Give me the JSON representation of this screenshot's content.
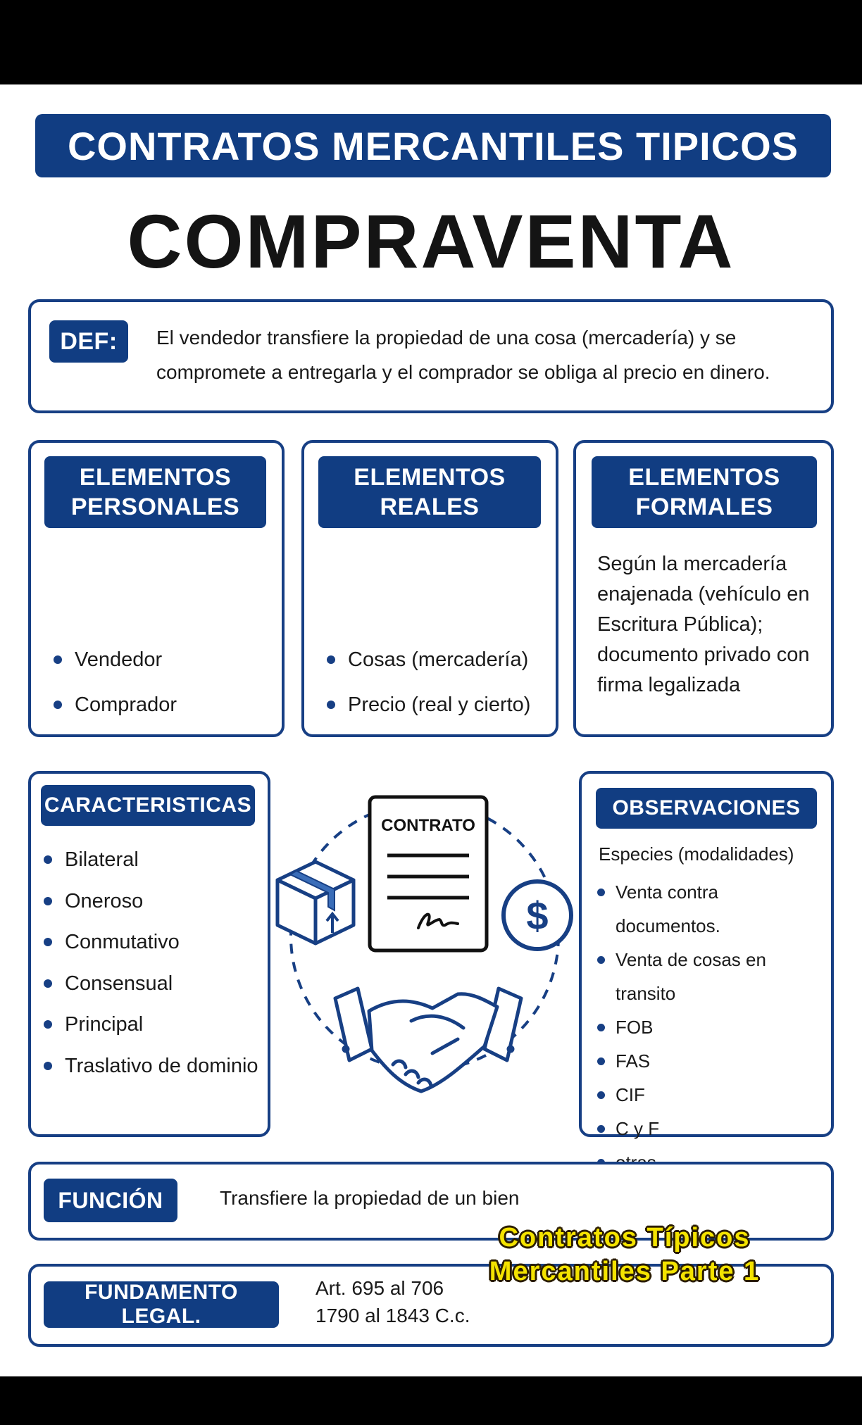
{
  "header": {
    "banner": "CONTRATOS MERCANTILES TIPICOS",
    "title": "COMPRAVENTA"
  },
  "definition": {
    "tag": "DEF:",
    "text": "El vendedor transfiere la propiedad de una cosa (mercadería) y se compromete a entregarla y el comprador se obliga al precio en dinero."
  },
  "elements": {
    "personales": {
      "title": "ELEMENTOS PERSONALES",
      "items": [
        "Vendedor",
        "Comprador"
      ]
    },
    "reales": {
      "title": "ELEMENTOS REALES",
      "items": [
        "Cosas (mercadería)",
        "Precio (real y cierto)"
      ]
    },
    "formales": {
      "title": "ELEMENTOS FORMALES",
      "text": "Según la mercadería enajenada (vehículo en Escritura Pública); documento privado con firma legalizada"
    }
  },
  "caracteristicas": {
    "title": "CARACTERISTICAS",
    "items": [
      "Bilateral",
      "Oneroso",
      "Conmutativo",
      "Consensual",
      "Principal",
      "Traslativo de dominio"
    ]
  },
  "illustration": {
    "document_label": "CONTRATO",
    "icons": [
      "box-icon",
      "contract-document-icon",
      "dollar-coin-icon",
      "handshake-icon"
    ]
  },
  "observaciones": {
    "title": "OBSERVACIONES",
    "subtitle": "Especies (modalidades)",
    "items": [
      "Venta contra documentos.",
      "Venta de cosas en transito",
      "FOB",
      "FAS",
      "CIF",
      "C y F",
      "otras"
    ]
  },
  "funcion": {
    "tag": "FUNCIÓN",
    "text": "Transfiere la propiedad de un bien"
  },
  "fundamento": {
    "tag": "FUNDAMENTO LEGAL.",
    "line1": "Art. 695 al 706",
    "line2": "1790 al 1843 C.c."
  },
  "overlay_caption": {
    "line1": "Contratos Típicos",
    "line2": "Mercantiles Parte 1"
  },
  "colors": {
    "navy": "#113d82",
    "border": "#173f84",
    "caption_yellow": "#f4e300",
    "background": "#000000"
  }
}
